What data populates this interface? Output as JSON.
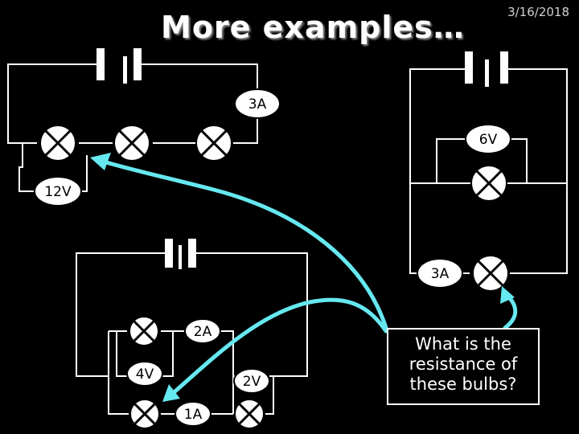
{
  "slide": {
    "title": "More examples…",
    "date": "3/16/2018",
    "question": "What is the resistance of these bulbs?"
  },
  "circuit_1": {
    "ammeter_label": "3A",
    "voltmeter_label": "12V"
  },
  "circuit_2": {
    "voltmeter_label": "6V",
    "ammeter_label": "3A"
  },
  "circuit_3": {
    "ammeter_top_label": "2A",
    "voltmeter_left_label": "4V",
    "voltmeter_right_label": "2V",
    "ammeter_bottom_label": "1A"
  },
  "colors": {
    "background": "#000000",
    "wire": "#ffffff",
    "arrow": "#66e8f0"
  }
}
